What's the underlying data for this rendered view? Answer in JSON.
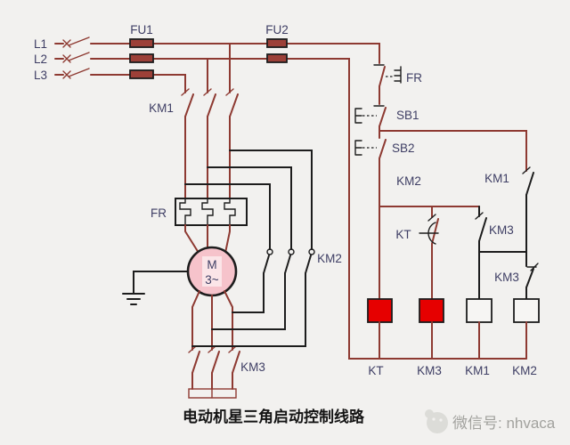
{
  "title": "电动机星三角启动控制线路",
  "watermark": {
    "text": "微信号: nhvaca"
  },
  "diagram": {
    "phase_labels": [
      "L1",
      "L2",
      "L3"
    ],
    "fu1": "FU1",
    "fu2": "FU2",
    "km1_main": "KM1",
    "fr_main": "FR",
    "km2_main": "KM2",
    "km3_main": "KM3",
    "motor_letter": "M",
    "motor_phase": "3~",
    "fr_ctrl": "FR",
    "sb1": "SB1",
    "sb2": "SB2",
    "km2_ctrl": "KM2",
    "km1_ctrl": "KM1",
    "kt_contact": "KT",
    "km3_no": "KM3",
    "km3_nc": "KM3",
    "coils": {
      "kt": "KT",
      "km3": "KM3",
      "km1": "KM1",
      "km2": "KM2"
    }
  },
  "colors": {
    "background": "#f2f1ef",
    "wire": "#8e3a32",
    "black_wire": "#1d1d1d",
    "fuse_fill": "#9c4038",
    "coil_on": "#e60000",
    "coil_off": "#f6f5f3",
    "motor_fill": "#f6c3cb",
    "label": "#3e3e64",
    "title": "#141414",
    "watermark": "#a2a29e",
    "watermark_logo": "#dcdcd8"
  }
}
